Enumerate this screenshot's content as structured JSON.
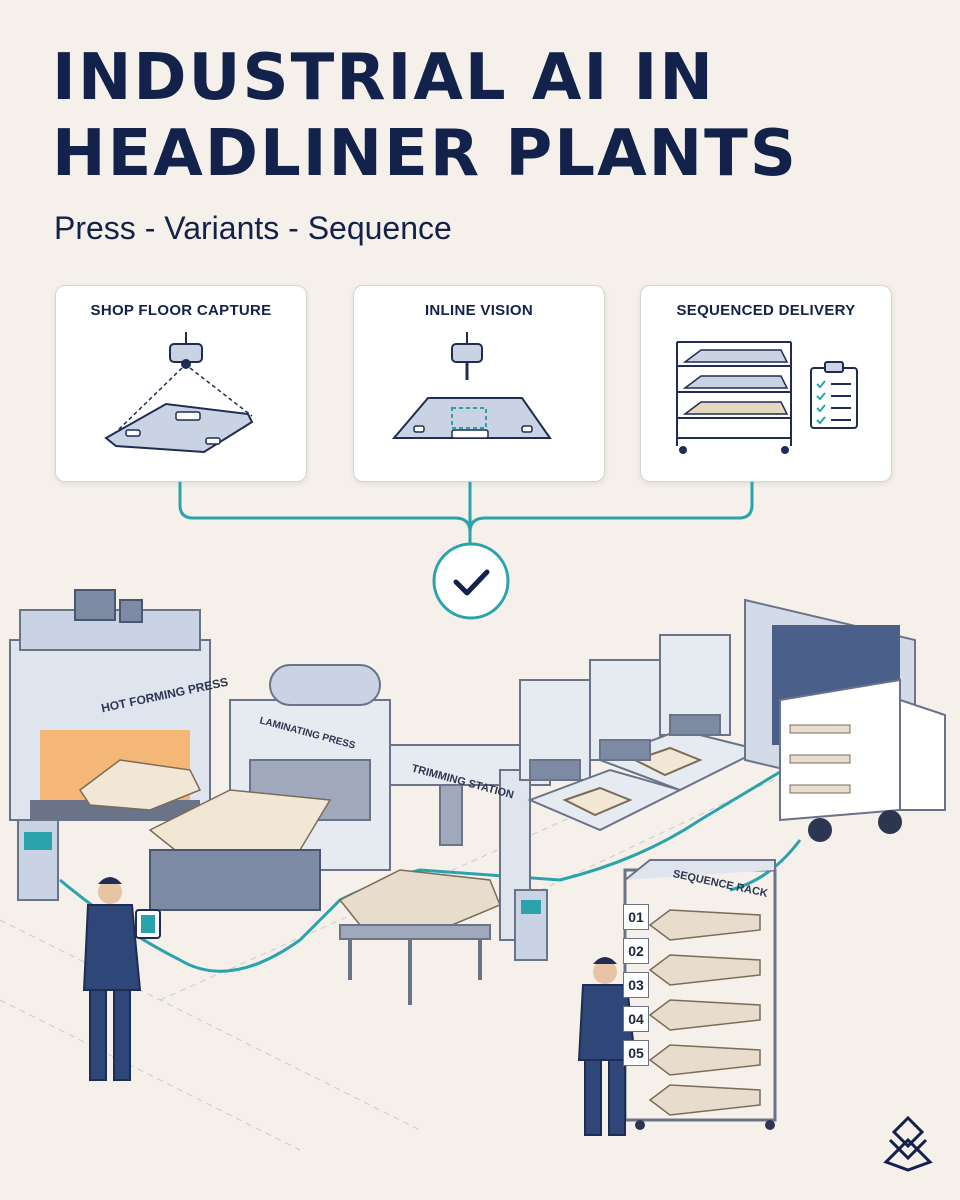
{
  "header": {
    "title_line1": "INDUSTRIAL AI IN",
    "title_line2": "HEADLINER PLANTS",
    "subtitle": "Press - Variants - Sequence"
  },
  "cards": [
    {
      "title": "SHOP FLOOR CAPTURE",
      "icon": "overhead-camera-icon"
    },
    {
      "title": "INLINE VISION",
      "icon": "vision-camera-icon"
    },
    {
      "title": "SEQUENCED DELIVERY",
      "icon": "rack-and-checklist-icon"
    }
  ],
  "hub": {
    "icon": "checkmark-icon"
  },
  "stations": {
    "hot_press": "HOT FORMING PRESS",
    "laminating_press": "LAMINATING PRESS",
    "trimming": "TRIMMING STATION",
    "sequence_rack": "SEQUENCE RACK"
  },
  "rack_slots": [
    "01",
    "02",
    "03",
    "04",
    "05"
  ],
  "colors": {
    "background": "#f5f0ea",
    "navy": "#13224a",
    "connector": "#2aa3ad",
    "machine": "#c9d3e3",
    "panel": "#f2e6d4"
  },
  "logo": {
    "icon": "flower-logo-icon"
  }
}
